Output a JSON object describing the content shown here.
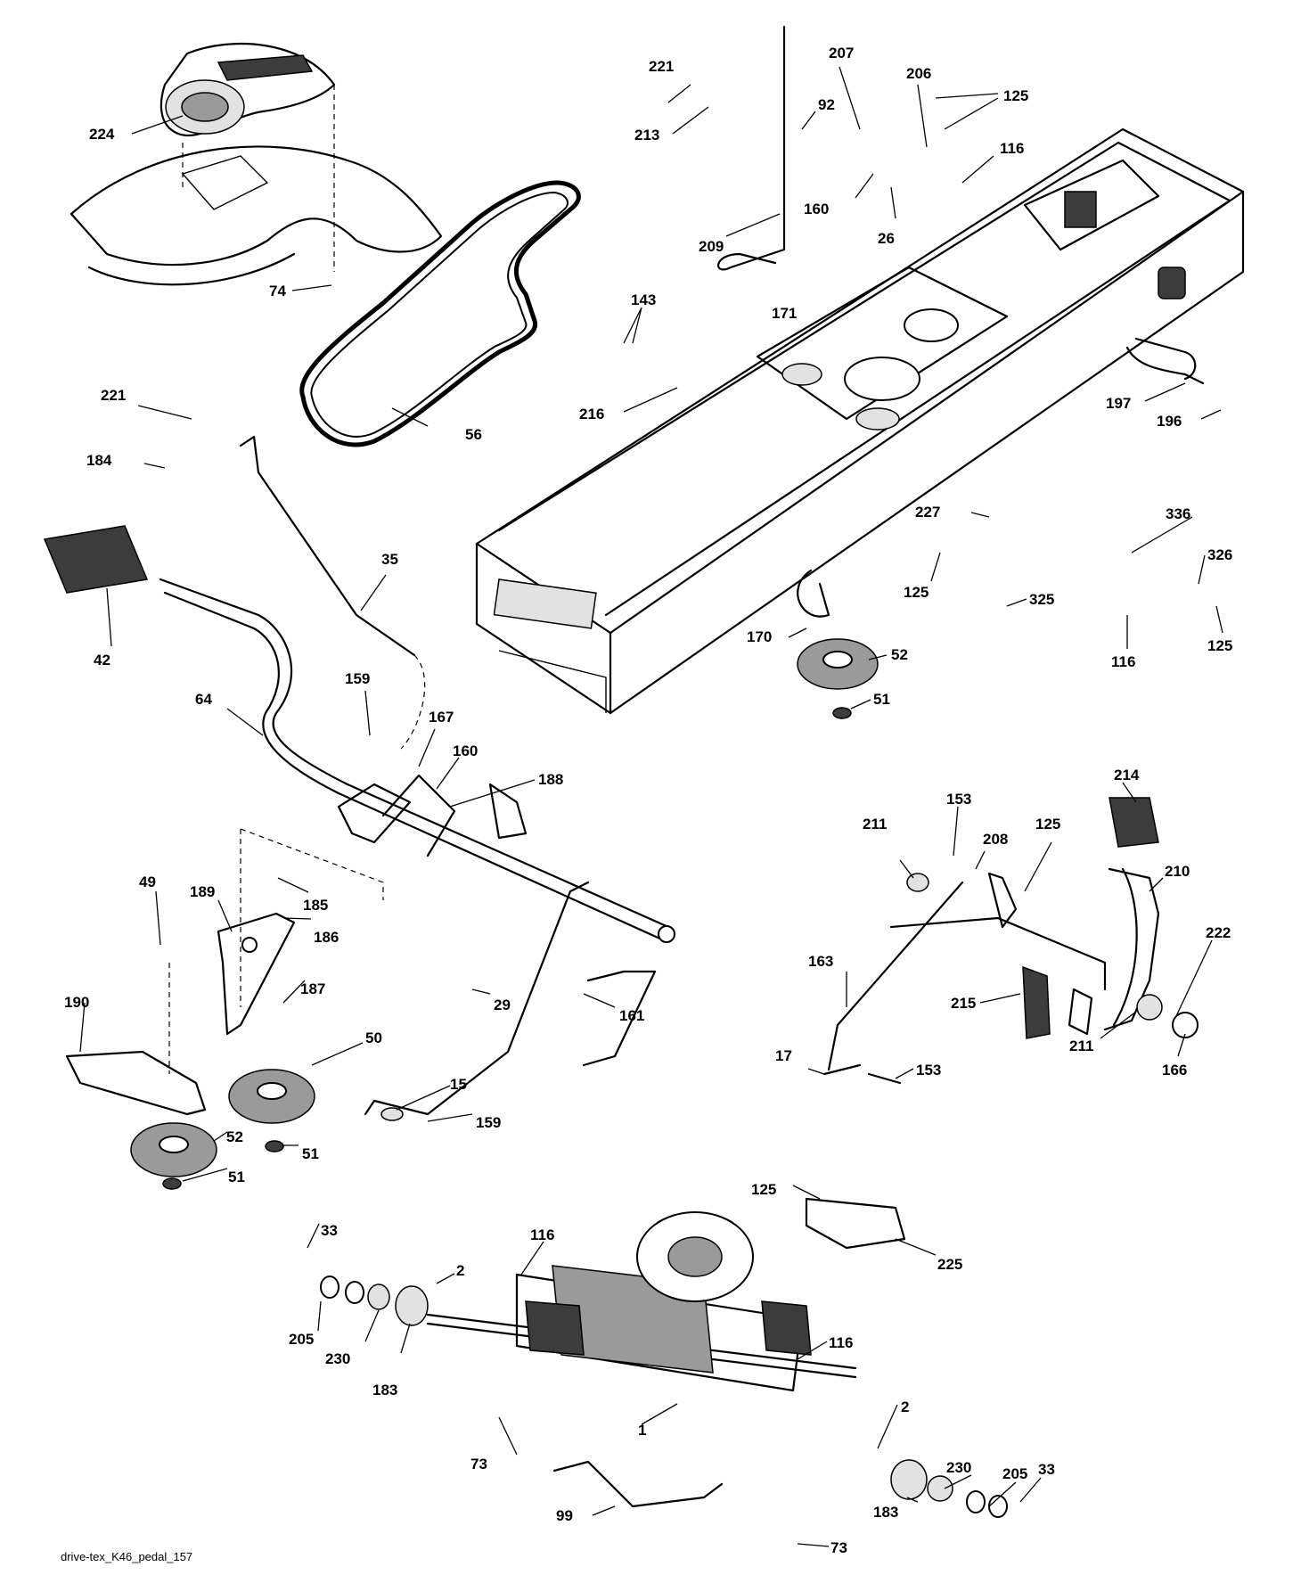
{
  "diagram": {
    "caption": "drive-tex_K46_pedal_157",
    "callouts": [
      {
        "id": "c224",
        "text": "224"
      },
      {
        "id": "c74",
        "text": "74"
      },
      {
        "id": "c221a",
        "text": "221"
      },
      {
        "id": "c213",
        "text": "213"
      },
      {
        "id": "c207",
        "text": "207"
      },
      {
        "id": "c206",
        "text": "206"
      },
      {
        "id": "c92",
        "text": "92"
      },
      {
        "id": "c125a",
        "text": "125"
      },
      {
        "id": "c116a",
        "text": "116"
      },
      {
        "id": "c160a",
        "text": "160"
      },
      {
        "id": "c26",
        "text": "26"
      },
      {
        "id": "c209",
        "text": "209"
      },
      {
        "id": "c171",
        "text": "171"
      },
      {
        "id": "c143",
        "text": "143"
      },
      {
        "id": "c216",
        "text": "216"
      },
      {
        "id": "c56",
        "text": "56"
      },
      {
        "id": "c197",
        "text": "197"
      },
      {
        "id": "c196",
        "text": "196"
      },
      {
        "id": "c221b",
        "text": "221"
      },
      {
        "id": "c184",
        "text": "184"
      },
      {
        "id": "c35",
        "text": "35"
      },
      {
        "id": "c42",
        "text": "42"
      },
      {
        "id": "c64",
        "text": "64"
      },
      {
        "id": "c159a",
        "text": "159"
      },
      {
        "id": "c167",
        "text": "167"
      },
      {
        "id": "c160b",
        "text": "160"
      },
      {
        "id": "c188",
        "text": "188"
      },
      {
        "id": "c227",
        "text": "227"
      },
      {
        "id": "c125b",
        "text": "125"
      },
      {
        "id": "c325",
        "text": "325"
      },
      {
        "id": "c336",
        "text": "336"
      },
      {
        "id": "c326",
        "text": "326"
      },
      {
        "id": "c116b",
        "text": "116"
      },
      {
        "id": "c125c",
        "text": "125"
      },
      {
        "id": "c170",
        "text": "170"
      },
      {
        "id": "c52a",
        "text": "52"
      },
      {
        "id": "c51a",
        "text": "51"
      },
      {
        "id": "c214",
        "text": "214"
      },
      {
        "id": "c211a",
        "text": "211"
      },
      {
        "id": "c153a",
        "text": "153"
      },
      {
        "id": "c208",
        "text": "208"
      },
      {
        "id": "c125d",
        "text": "125"
      },
      {
        "id": "c210",
        "text": "210"
      },
      {
        "id": "c222",
        "text": "222"
      },
      {
        "id": "c163",
        "text": "163"
      },
      {
        "id": "c215",
        "text": "215"
      },
      {
        "id": "c211b",
        "text": "211"
      },
      {
        "id": "c166",
        "text": "166"
      },
      {
        "id": "c17",
        "text": "17"
      },
      {
        "id": "c153b",
        "text": "153"
      },
      {
        "id": "c49",
        "text": "49"
      },
      {
        "id": "c189",
        "text": "189"
      },
      {
        "id": "c185",
        "text": "185"
      },
      {
        "id": "c186",
        "text": "186"
      },
      {
        "id": "c187",
        "text": "187"
      },
      {
        "id": "c190",
        "text": "190"
      },
      {
        "id": "c50",
        "text": "50"
      },
      {
        "id": "c29",
        "text": "29"
      },
      {
        "id": "c161",
        "text": "161"
      },
      {
        "id": "c15",
        "text": "15"
      },
      {
        "id": "c159b",
        "text": "159"
      },
      {
        "id": "c52b",
        "text": "52"
      },
      {
        "id": "c51b",
        "text": "51"
      },
      {
        "id": "c51c",
        "text": "51"
      },
      {
        "id": "c125e",
        "text": "125"
      },
      {
        "id": "c225",
        "text": "225"
      },
      {
        "id": "c33a",
        "text": "33"
      },
      {
        "id": "c205a",
        "text": "205"
      },
      {
        "id": "c230a",
        "text": "230"
      },
      {
        "id": "c183a",
        "text": "183"
      },
      {
        "id": "c2a",
        "text": "2"
      },
      {
        "id": "c116c",
        "text": "116"
      },
      {
        "id": "c116d",
        "text": "116"
      },
      {
        "id": "c1",
        "text": "1"
      },
      {
        "id": "c73a",
        "text": "73"
      },
      {
        "id": "c2b",
        "text": "2"
      },
      {
        "id": "c230b",
        "text": "230"
      },
      {
        "id": "c205b",
        "text": "205"
      },
      {
        "id": "c33b",
        "text": "33"
      },
      {
        "id": "c183b",
        "text": "183"
      },
      {
        "id": "c99",
        "text": "99"
      },
      {
        "id": "c73b",
        "text": "73"
      }
    ]
  }
}
